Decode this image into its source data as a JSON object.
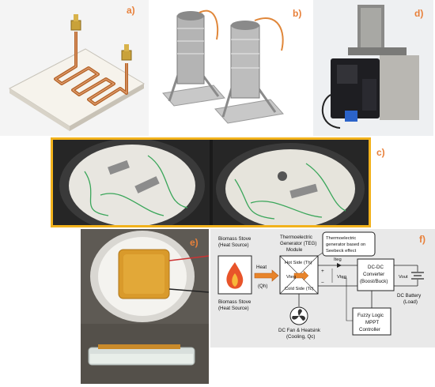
{
  "panels": {
    "a": "a)",
    "b": "b)",
    "c": "c)",
    "d": "d)",
    "e": "e)",
    "f": "f)"
  },
  "diagram_f": {
    "stove_top": [
      "Biomass Stove",
      "(Heat Source)"
    ],
    "stove_bottom": [
      "Biomass Stove",
      "(Heat Source)"
    ],
    "heat": [
      "Heat",
      "(Qh)"
    ],
    "teg_title": [
      "Thermoelectric",
      "Generator (TEG)",
      "Module"
    ],
    "callout": [
      "Thermoelectric",
      "generator based on",
      "Seebeck effect"
    ],
    "hot_side": "Hot Side (Th)",
    "cold_side": "Cold Side (Tc)",
    "i_teg": "Iteg",
    "v_teg_1": "Vteg",
    "v_teg_2": "Vteg",
    "dcdc": [
      "DC-DC",
      "Converter",
      "(Boost/Buck)"
    ],
    "v_out": "Vout",
    "battery": [
      "DC Battery",
      "(Load)"
    ],
    "mppt": [
      "Fuzzy Logic",
      "MPPT",
      "Controller"
    ],
    "fan": [
      "DC Fan & Heatsink",
      "(Cooling, Qc)"
    ],
    "plus": "+",
    "minus": "−"
  },
  "colors": {
    "label_orange": "#e8803a",
    "frame_yellow": "#f2b21c",
    "copper": "#b5652a",
    "heat_arrow": "#e8842a"
  }
}
